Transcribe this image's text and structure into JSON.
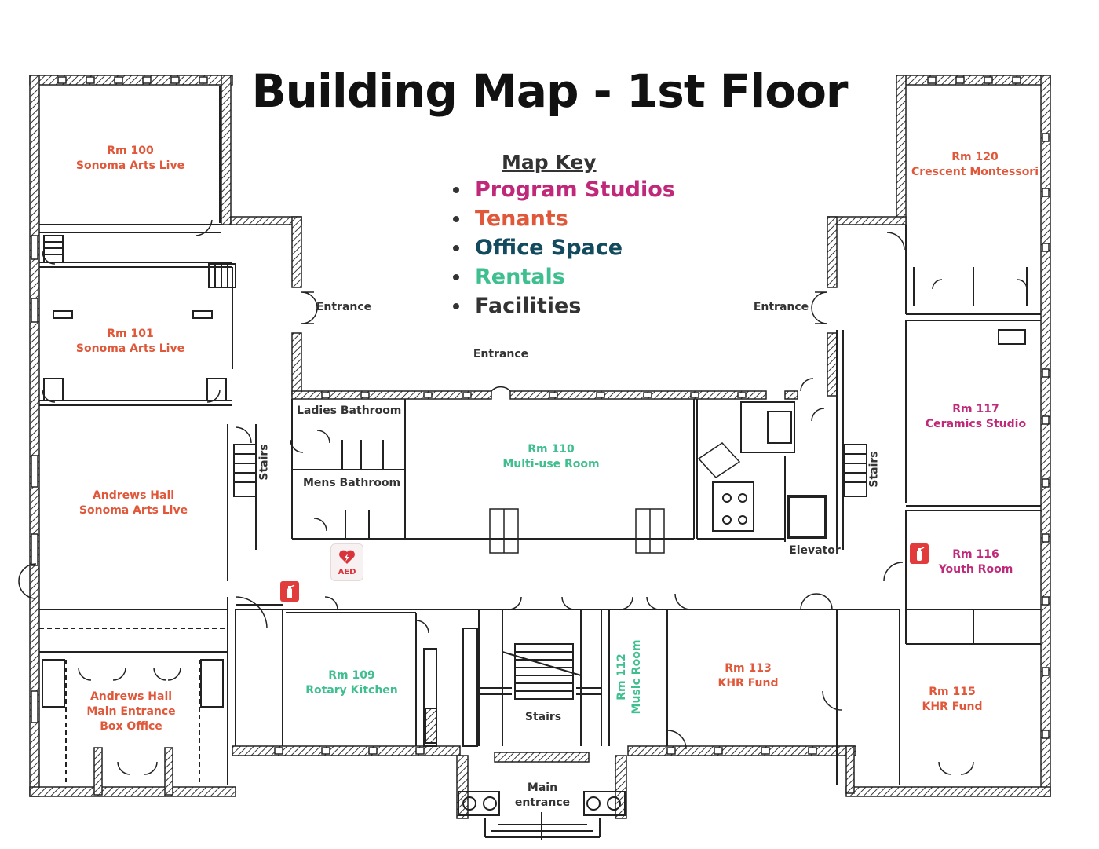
{
  "title": "Building Map - 1st Floor",
  "map_key": {
    "title": "Map Key",
    "items": [
      {
        "label": "Program Studios",
        "color": "#c0287a"
      },
      {
        "label": "Tenants",
        "color": "#e0573a"
      },
      {
        "label": "Office Space",
        "color": "#124a5e"
      },
      {
        "label": "Rentals",
        "color": "#3fbf8f"
      },
      {
        "label": "Facilities",
        "color": "#333333"
      }
    ]
  },
  "rooms": {
    "rm100": {
      "line1": "Rm 100",
      "line2": "Sonoma Arts Live"
    },
    "rm101": {
      "line1": "Rm 101",
      "line2": "Sonoma Arts Live"
    },
    "andrews_hall": {
      "line1": "Andrews Hall",
      "line2": "Sonoma Arts Live"
    },
    "box_office": {
      "line1": "Andrews Hall",
      "line2": "Main Entrance",
      "line3": "Box Office"
    },
    "rm109": {
      "line1": "Rm 109",
      "line2": "Rotary Kitchen"
    },
    "rm110": {
      "line1": "Rm 110",
      "line2": "Multi-use Room"
    },
    "rm112": {
      "line1": "Rm 112",
      "line2": "Music Room"
    },
    "rm113": {
      "line1": "Rm 113",
      "line2": "KHR Fund"
    },
    "rm115": {
      "line1": "Rm 115",
      "line2": "KHR Fund"
    },
    "rm116": {
      "line1": "Rm 116",
      "line2": "Youth Room"
    },
    "rm117": {
      "line1": "Rm 117",
      "line2": "Ceramics Studio"
    },
    "rm120": {
      "line1": "Rm 120",
      "line2": "Crescent Montessori"
    }
  },
  "facilities": {
    "ladies_bathroom": "Ladies Bathroom",
    "mens_bathroom": "Mens Bathroom",
    "elevator": "Elevator",
    "stairs_left": "Stairs",
    "stairs_right": "Stairs",
    "stairs_center": "Stairs",
    "entrance_left": "Entrance",
    "entrance_center": "Entrance",
    "entrance_right": "Entrance",
    "main_entrance_line1": "Main",
    "main_entrance_line2": "entrance"
  },
  "markers": {
    "aed": "AED",
    "aed_color": "#d9333b",
    "extinguisher_icon": "fire-extinguisher-icon",
    "extinguisher_color": "#e23b3b"
  }
}
